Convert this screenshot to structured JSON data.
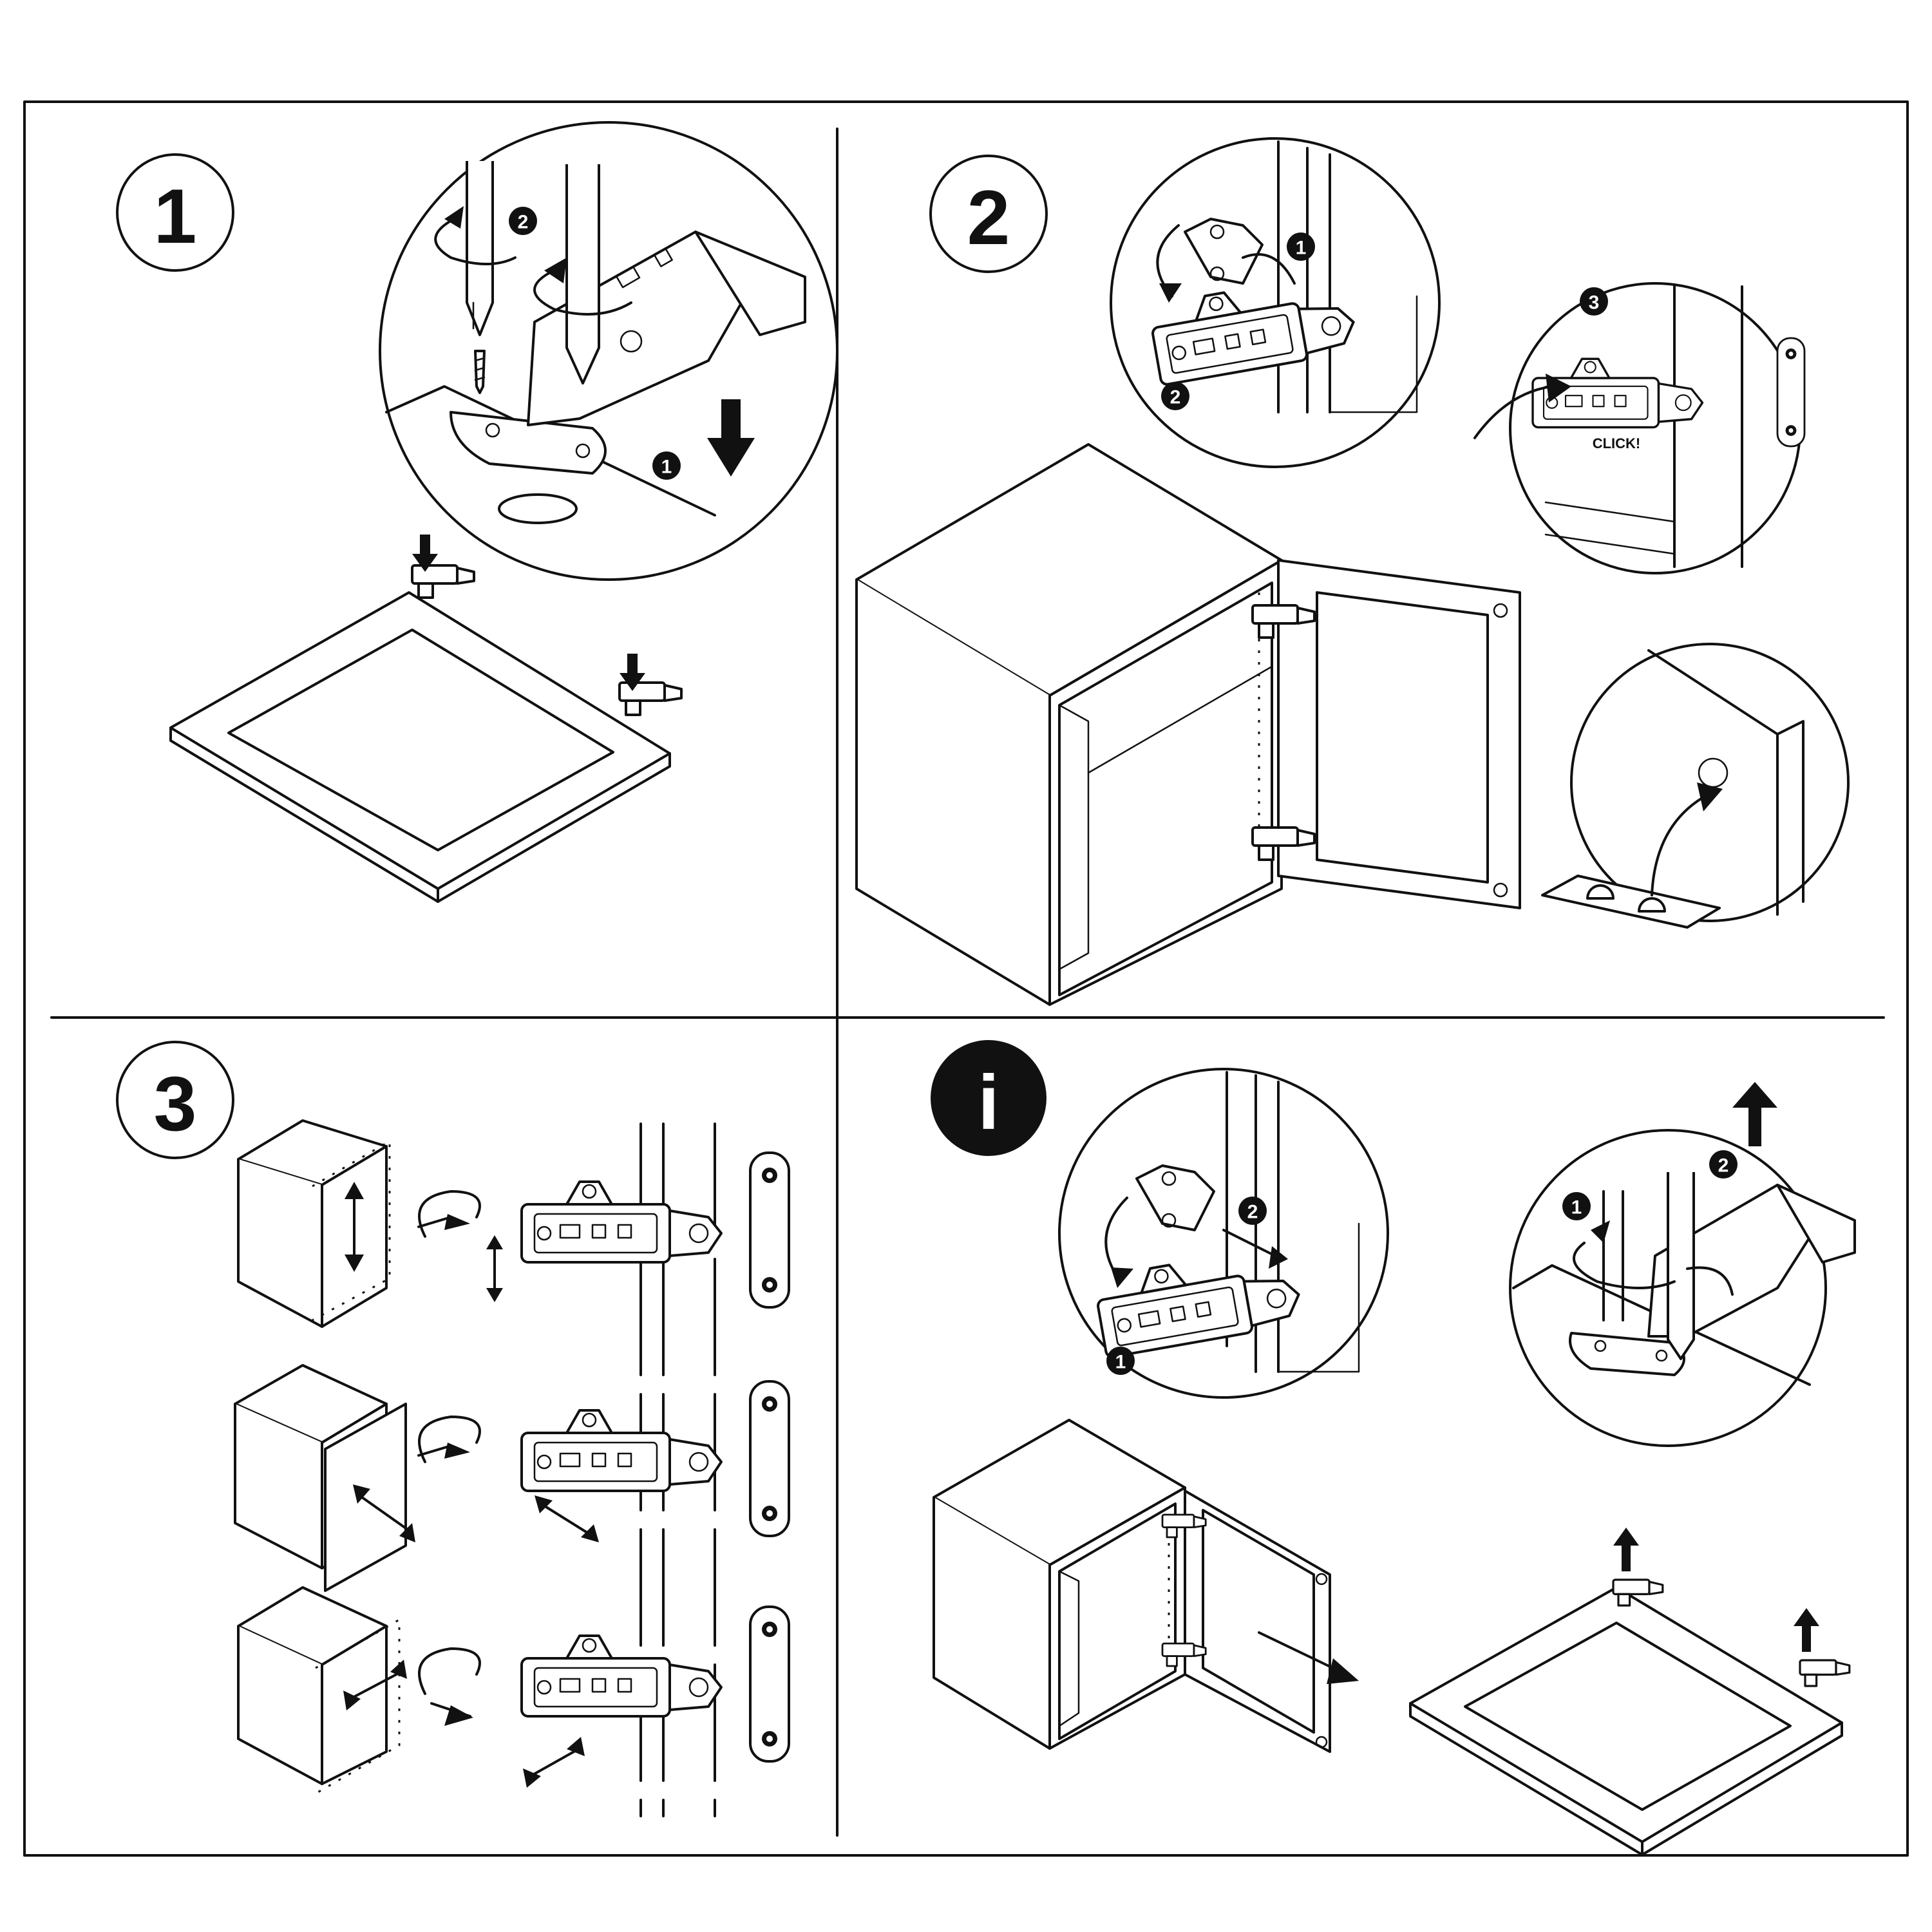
{
  "steps": [
    {
      "label": "1",
      "style": "outlined"
    },
    {
      "label": "2",
      "style": "outlined"
    },
    {
      "label": "3",
      "style": "outlined"
    },
    {
      "label": "i",
      "style": "filled"
    }
  ],
  "sub_badges": {
    "p1_a": "2",
    "p1_b": "1",
    "p2_a": "1",
    "p2_b": "2",
    "p2_c": "3",
    "p4_a": "2",
    "p4_b": "1",
    "p4_c": "1",
    "p4_d": "2"
  },
  "callouts": {
    "click": "CLICK!"
  },
  "colors": {
    "ink": "#111111",
    "paper": "#ffffff"
  }
}
